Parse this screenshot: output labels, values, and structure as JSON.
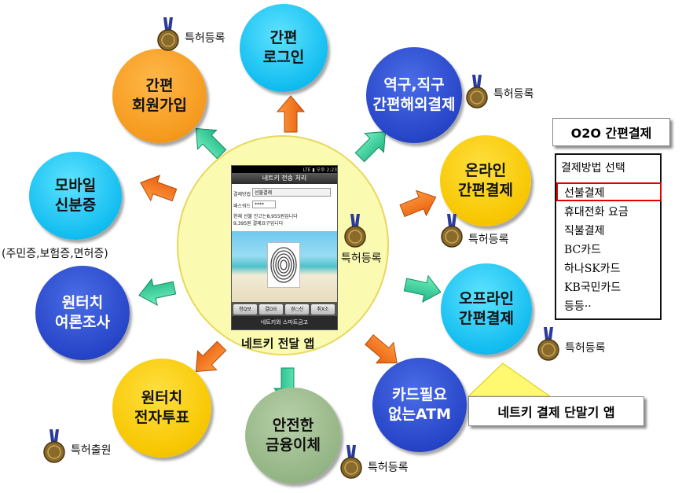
{
  "center": {
    "caption": "네트키 전달 앱",
    "patent_label": "특허등록",
    "phone": {
      "status": "LTE ▮ 오후 2:23",
      "title": "네트키 전송 처리",
      "method_label": "결제방법",
      "method_value": "선불결제",
      "password_label": "패스워드",
      "password_value": "****",
      "info_line1": "현재 선불 잔고는8,955원입니다",
      "info_line2": "9,395원 결제요구입니다",
      "btn_verify": "청Q보",
      "btn_payment": "결D요",
      "btn_connect": "경○신",
      "btn_cancel": "취X소",
      "footer": "네트키와 스마트금고"
    }
  },
  "nodes": [
    {
      "id": "simple-login",
      "label": "간편\n로그인"
    },
    {
      "id": "simple-signup",
      "label": "간편\n회원가입"
    },
    {
      "id": "overseas-payment",
      "label": "역구,직구\n간편해외결제"
    },
    {
      "id": "online-payment",
      "label": "온라인\n간편결제"
    },
    {
      "id": "mobile-id",
      "label": "모바일\n신분증"
    },
    {
      "id": "offline-payment",
      "label": "오프라인\n간편결제"
    },
    {
      "id": "one-touch-survey",
      "label": "원터치\n여론조사"
    },
    {
      "id": "cardless-atm",
      "label": "카드필요\n없는ATM"
    },
    {
      "id": "one-touch-vote",
      "label": "원터치\n전자투표"
    },
    {
      "id": "safe-transfer",
      "label": "안전한\n금융이체"
    }
  ],
  "patent_labels": {
    "login": "특허등록",
    "overseas": "특허등록",
    "online": "특허등록",
    "offline": "특허등록",
    "transfer": "특허등록",
    "vote": "특허출원"
  },
  "side_text": {
    "id_types": "(주민증,보험증,면허증)"
  },
  "o2o": {
    "title": "O2O 간편결제",
    "header": "결제방법 선택",
    "items": [
      "선불결제",
      "휴대전화 요금",
      "직불결제",
      "BC카드",
      "하나SK카드",
      "KB국민카드",
      "등등··"
    ],
    "selected_index": 0
  },
  "callout": {
    "label": "네트키 결제 단말기 앱"
  },
  "colors": {
    "cyan": "#12bdf0",
    "orange": "#f59a1e",
    "yellow": "#f7c600",
    "blue": "#2745c8",
    "sage": "#94b585",
    "center": "#fafab0",
    "arrow_orange": "#f4761f",
    "arrow_green": "#3ecf9a"
  },
  "icons": [
    "medal-icon",
    "fingerprint-icon"
  ]
}
